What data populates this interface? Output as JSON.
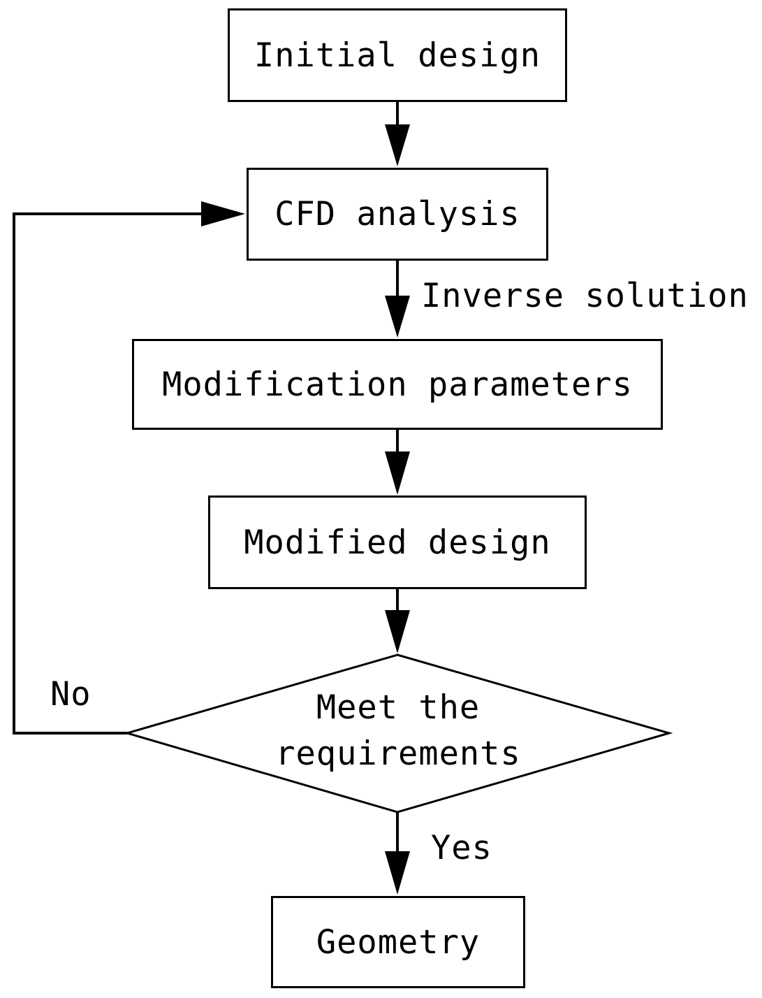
{
  "nodes": {
    "initial_design": "Initial design",
    "cfd_analysis": "CFD analysis",
    "modification_parameters": "Modification parameters",
    "modified_design": "Modified design",
    "decision_line1": "Meet the",
    "decision_line2": "requirements",
    "geometry": "Geometry"
  },
  "edge_labels": {
    "inverse_solution": "Inverse solution",
    "no": "No",
    "yes": "Yes"
  },
  "colors": {
    "stroke": "#000000",
    "background": "#ffffff"
  }
}
